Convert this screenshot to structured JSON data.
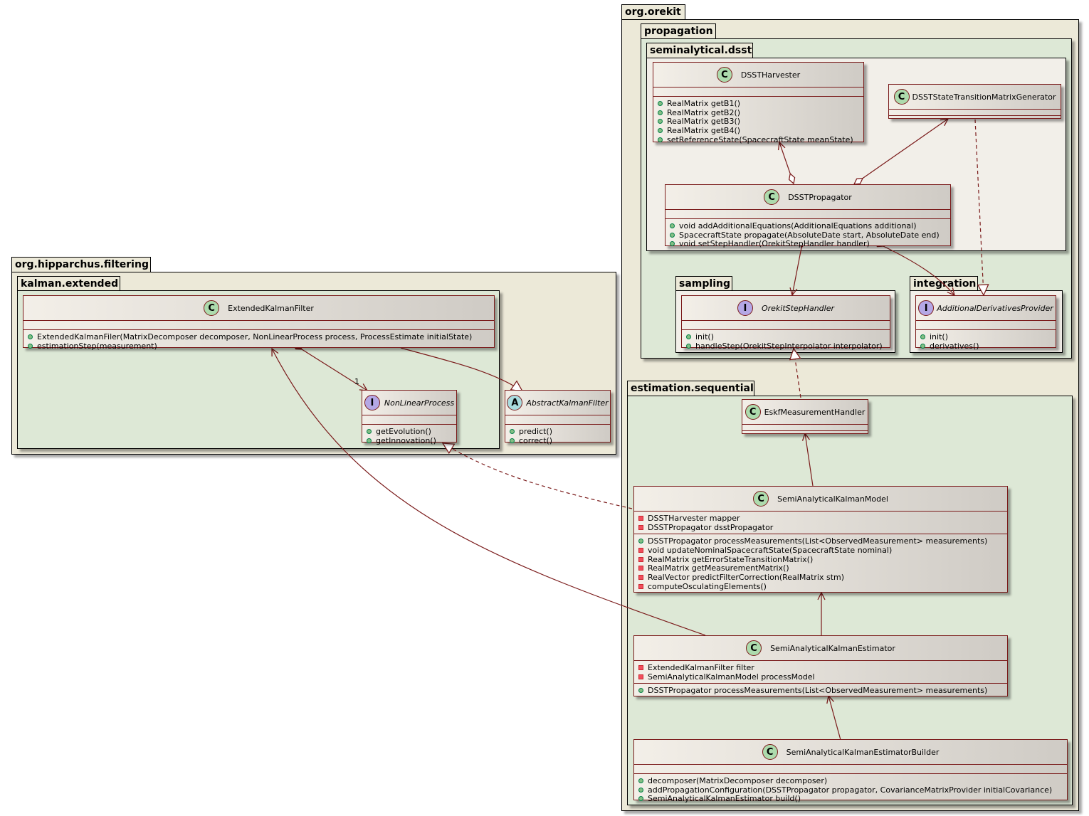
{
  "packages": {
    "orekit": "org.orekit",
    "propagation": "propagation",
    "dsst": "seminalytical.dsst",
    "sampling": "sampling",
    "integration": "integration",
    "estimation": "estimation.sequential",
    "hipparchus": "org.hipparchus.filtering",
    "kalman": "kalman.extended"
  },
  "classes": {
    "dsst_harvester": {
      "name": "DSSTHarvester",
      "methods": [
        "RealMatrix getB1()",
        "RealMatrix getB2()",
        "RealMatrix getB3()",
        "RealMatrix getB4()",
        "setReferenceState(SpacecraftState meanState)"
      ]
    },
    "dsst_stm_generator": {
      "name": "DSSTStateTransitionMatrixGenerator"
    },
    "dsst_propagator": {
      "name": "DSSTPropagator",
      "methods": [
        "void addAdditionalEquations(AdditionalEquations additional)",
        "SpacecraftState propagate(AbsoluteDate start, AbsoluteDate end)",
        "void setStepHandler(OrekitStepHandler handler)"
      ]
    },
    "orekit_step_handler": {
      "name": "OrekitStepHandler",
      "methods": [
        "init()",
        "handleStep(OrekitStepInterpolator interpolator)"
      ]
    },
    "additional_derivatives_provider": {
      "name": "AdditionalDerivativesProvider",
      "methods": [
        "init()",
        "derivatives()"
      ]
    },
    "eskf_measurement_handler": {
      "name": "EskfMeasurementHandler"
    },
    "semi_analytical_kalman_model": {
      "name": "SemiAnalyticalKalmanModel",
      "fields": [
        "DSSTHarvester mapper",
        "DSSTPropagator dsstPropagator"
      ],
      "methods": [
        "DSSTPropagator processMeasurements(List<ObservedMeasurement> measurements)",
        "void updateNominalSpacecraftState(SpacecraftState nominal)",
        "RealMatrix getErrorStateTransitionMatrix()",
        "RealMatrix getMeasurementMatrix()",
        "RealVector predictFilterCorrection(RealMatrix stm)",
        "computeOsculatingElements()"
      ]
    },
    "semi_analytical_kalman_estimator": {
      "name": "SemiAnalyticalKalmanEstimator",
      "fields": [
        "ExtendedKalmanFilter filter",
        "SemiAnalyticalKalmanModel processModel"
      ],
      "methods": [
        "DSSTPropagator processMeasurements(List<ObservedMeasurement> measurements)"
      ]
    },
    "semi_analytical_kalman_estimator_builder": {
      "name": "SemiAnalyticalKalmanEstimatorBuilder",
      "methods": [
        "decomposer(MatrixDecomposer decomposer)",
        "addPropagationConfiguration(DSSTPropagator propagator, CovarianceMatrixProvider initialCovariance)",
        "SemiAnalyticalKalmanEstimator build()"
      ]
    },
    "extended_kalman_filter": {
      "name": "ExtendedKalmanFilter",
      "methods": [
        "ExtendedKalmanFiler(MatrixDecomposer decomposer, NonLinearProcess process, ProcessEstimate initialState)",
        "estimationStep(measurement)"
      ]
    },
    "non_linear_process": {
      "name": "NonLinearProcess",
      "methods": [
        "getEvolution()",
        "getInnovation()"
      ]
    },
    "abstract_kalman_filter": {
      "name": "AbstractKalmanFilter",
      "methods": [
        "predict()",
        "correct()"
      ]
    }
  },
  "badges": {
    "class": "C",
    "interface": "I",
    "abstract": "A"
  },
  "multiplicity": "1",
  "colors": {
    "border": "#7a1a1a",
    "package_beige": "#ece9d8",
    "package_green": "#dde8d6"
  }
}
